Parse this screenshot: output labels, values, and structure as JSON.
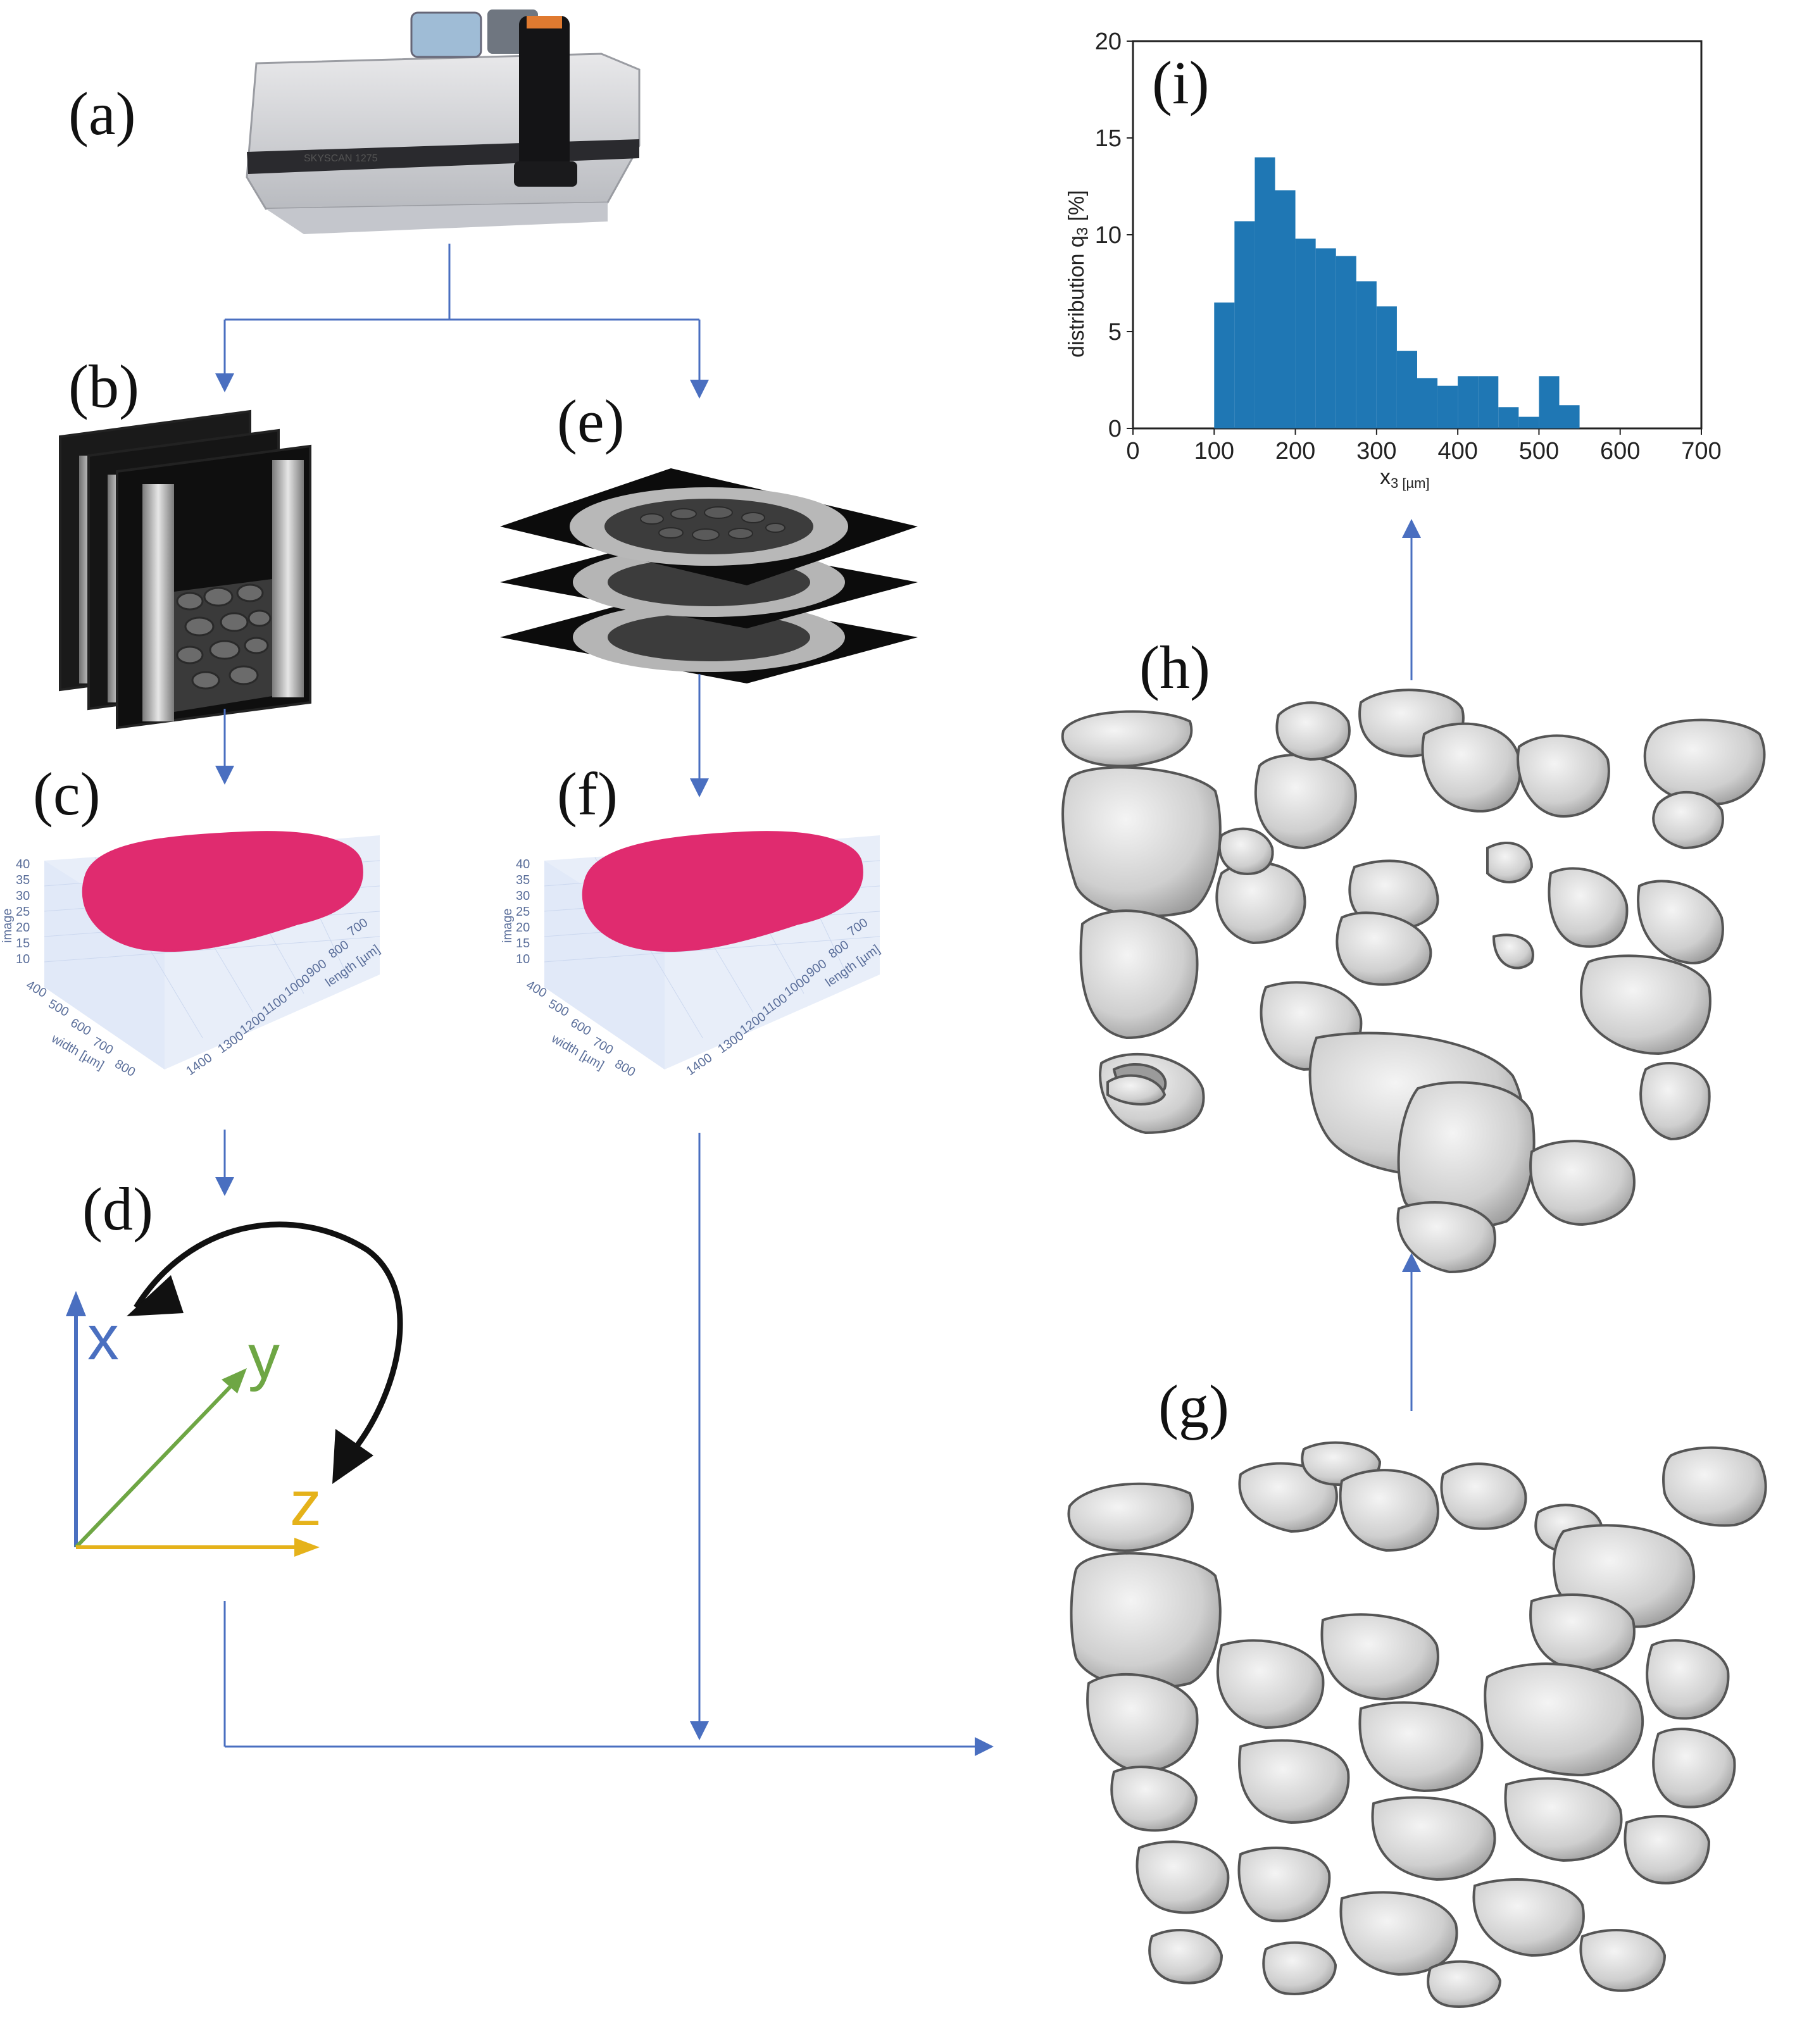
{
  "panels": {
    "a": "(a)",
    "b": "(b)",
    "c": "(c)",
    "d": "(d)",
    "e": "(e)",
    "f": "(f)",
    "g": "(g)",
    "h": "(h)",
    "i": "(i)"
  },
  "scanner": {
    "brand_text": "SKYSCAN 1275"
  },
  "colors": {
    "arrow": "#4a6fc0",
    "bar": "#1f77b4",
    "particle_fill": "#e02b6f",
    "axis_x": "#4a6fc0",
    "axis_y": "#6ea644",
    "axis_z": "#e5b21a",
    "rotation_arrow": "#111111"
  },
  "coord_axes": {
    "x": "x",
    "y": "y",
    "z": "z"
  },
  "plot3d": {
    "z_ticks": [
      "40",
      "35",
      "30",
      "25",
      "20",
      "15",
      "10"
    ],
    "width_ticks": [
      "400",
      "500",
      "600",
      "700",
      "800"
    ],
    "length_ticks": [
      "700",
      "800",
      "900",
      "1000",
      "1100",
      "1200",
      "1300",
      "1400"
    ],
    "z_label": "image",
    "width_label": "width [µm]",
    "length_label": "length [µm]"
  },
  "chart_data": {
    "type": "bar",
    "title": "",
    "xlabel_base": "x",
    "xlabel_sub": "3 [µm]",
    "ylabel": "distribution q",
    "ylabel_sub": "3",
    "ylabel_unit": " [%]",
    "xlim": [
      0,
      700
    ],
    "ylim": [
      0,
      20
    ],
    "xticks": [
      0,
      100,
      200,
      300,
      400,
      500,
      600,
      700
    ],
    "yticks": [
      0,
      5,
      10,
      15,
      20
    ],
    "bin_width": 25,
    "bins": [
      {
        "x0": 100,
        "value": 6.5
      },
      {
        "x0": 125,
        "value": 10.7
      },
      {
        "x0": 150,
        "value": 14.0
      },
      {
        "x0": 175,
        "value": 12.3
      },
      {
        "x0": 200,
        "value": 9.8
      },
      {
        "x0": 225,
        "value": 9.3
      },
      {
        "x0": 250,
        "value": 8.9
      },
      {
        "x0": 275,
        "value": 7.6
      },
      {
        "x0": 300,
        "value": 6.3
      },
      {
        "x0": 325,
        "value": 4.0
      },
      {
        "x0": 350,
        "value": 2.6
      },
      {
        "x0": 375,
        "value": 2.2
      },
      {
        "x0": 400,
        "value": 2.7
      },
      {
        "x0": 425,
        "value": 2.7
      },
      {
        "x0": 450,
        "value": 1.1
      },
      {
        "x0": 475,
        "value": 0.6
      },
      {
        "x0": 500,
        "value": 2.7
      },
      {
        "x0": 525,
        "value": 1.2
      }
    ],
    "grid": false
  }
}
